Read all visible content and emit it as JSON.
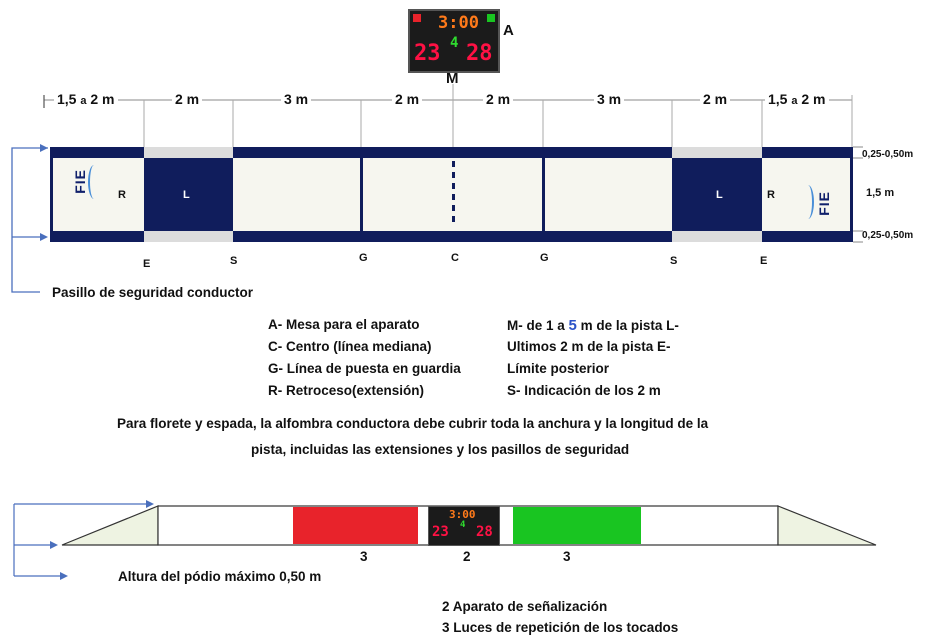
{
  "scoreboard": {
    "time": "3:00",
    "left_score": "23",
    "center": "4",
    "right_score": "28",
    "label_A": "A",
    "label_M": "M"
  },
  "dimensions": {
    "d1": "1,5",
    "d1_a": "a",
    "d1_b": "2 m",
    "d2": "2 m",
    "d3": "3 m",
    "d4": "2 m",
    "d5": "2 m",
    "d6": "3 m",
    "d7": "2 m",
    "d8": "1,5",
    "d8_a": "a",
    "d8_b": "2 m"
  },
  "right_dims": {
    "top": "0,25-0,50m",
    "middle": "1,5 m",
    "bottom": "0,25-0,50m"
  },
  "piste_letters": {
    "R_left": "R",
    "L_left": "L",
    "L_right": "L",
    "R_right": "R",
    "fie": "FIE"
  },
  "bottom_letters": [
    "E",
    "S",
    "G",
    "C",
    "G",
    "S",
    "E"
  ],
  "pasillo": "Pasillo de seguridad conductor",
  "legend_left": [
    "A- Mesa para el aparato",
    "C- Centro (línea mediana)",
    "G- Línea de puesta en guardia",
    "R- Retroceso(extensión)"
  ],
  "legend_right": {
    "line1_pre": "M- de 1 a ",
    "line1_num": "5",
    "line1_post": " m de la pista L-",
    "line2": "Ultimos 2 m de la pista E-",
    "line3": "Límite posterior",
    "line4": "S- Indicación de los 2 m"
  },
  "note_line1": "Para florete y espada, la alfombra conductora debe cubrir toda la anchura y la longitud de la",
  "note_line2": "pista, incluidas las extensiones y los pasillos de seguridad",
  "podium_numbers": [
    "3",
    "2",
    "3"
  ],
  "podium_caption": "Altura del pódio máximo 0,50 m",
  "bottom_legend": [
    "2 Aparato de señalización",
    "3 Luces de repetición de los tocados"
  ],
  "colors": {
    "navy": "#101d5c",
    "red": "#e8232b",
    "green": "#19c521",
    "arrow": "#4a6fbd"
  }
}
